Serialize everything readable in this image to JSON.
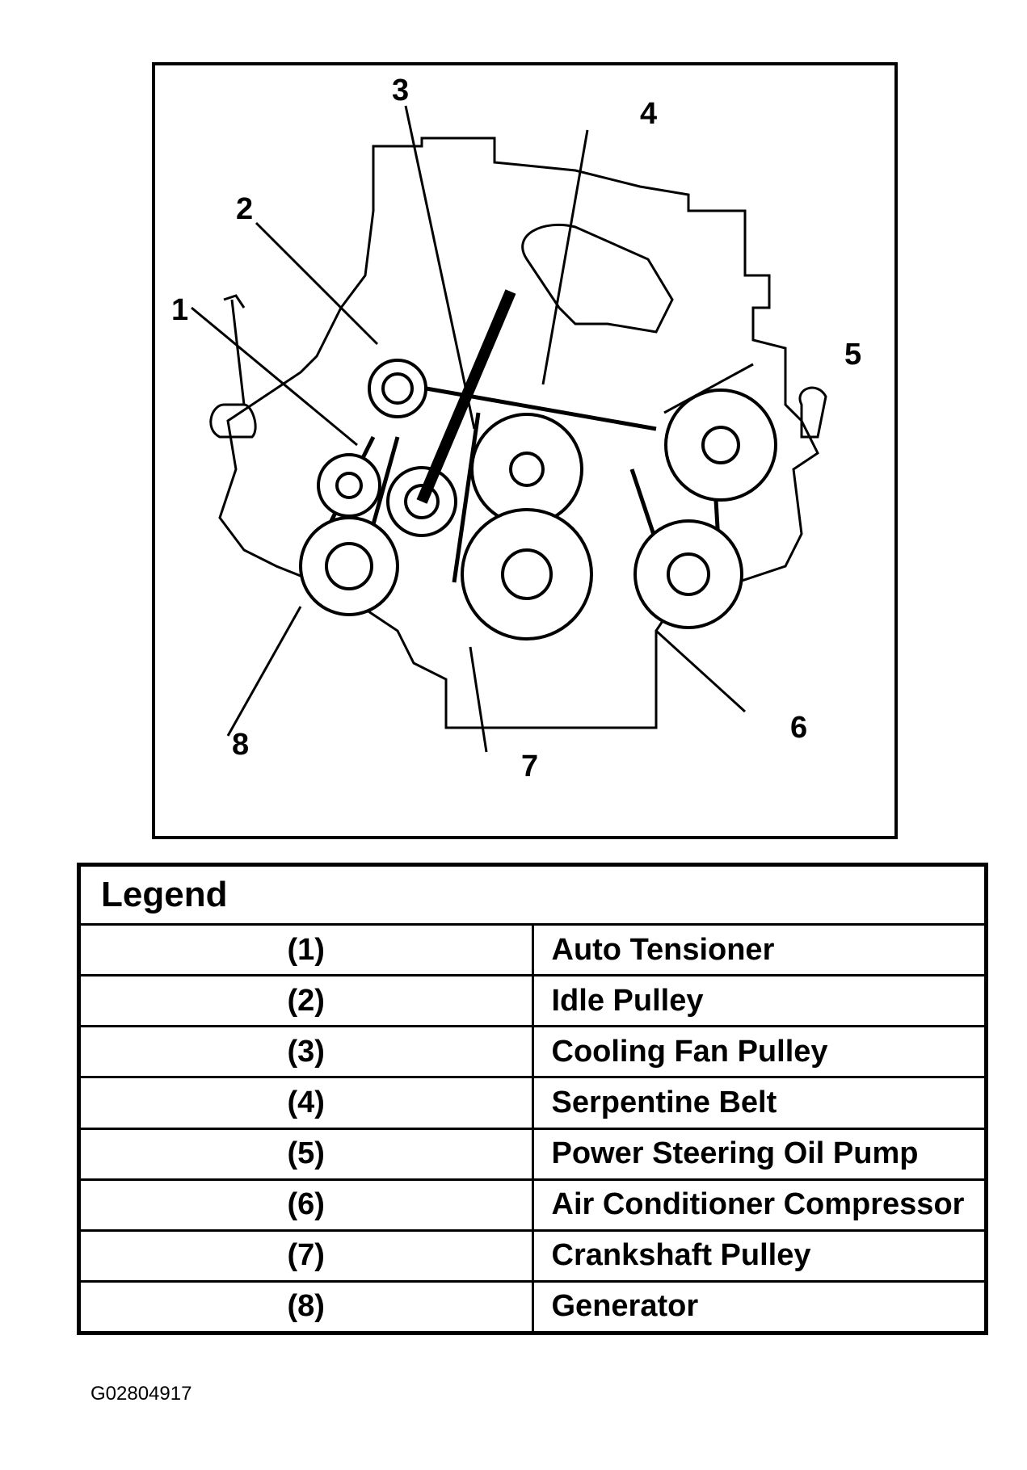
{
  "diagram": {
    "callouts": [
      "1",
      "2",
      "3",
      "4",
      "5",
      "6",
      "7",
      "8"
    ]
  },
  "legend": {
    "title": "Legend",
    "rows": [
      {
        "num": "(1)",
        "label": "Auto Tensioner"
      },
      {
        "num": "(2)",
        "label": "Idle Pulley"
      },
      {
        "num": "(3)",
        "label": "Cooling Fan Pulley"
      },
      {
        "num": "(4)",
        "label": "Serpentine Belt"
      },
      {
        "num": "(5)",
        "label": "Power Steering Oil Pump"
      },
      {
        "num": "(6)",
        "label": "Air Conditioner Compressor"
      },
      {
        "num": "(7)",
        "label": "Crankshaft Pulley"
      },
      {
        "num": "(8)",
        "label": "Generator"
      }
    ]
  },
  "figure_id": "G02804917"
}
